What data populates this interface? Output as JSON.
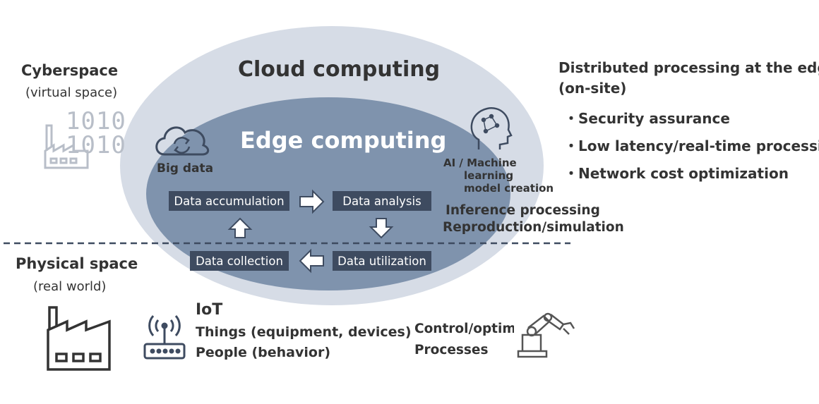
{
  "cyberspace": {
    "title": "Cyberspace",
    "subtitle": "(virtual space)",
    "binary_top": "1010",
    "binary_bottom": "1010"
  },
  "physical": {
    "title": "Physical space",
    "subtitle": "(real world)"
  },
  "cloud": {
    "title": "Cloud computing"
  },
  "edge": {
    "title": "Edge computing"
  },
  "big_data": {
    "label": "Big data"
  },
  "ai": {
    "line1": "AI / Machine",
    "line2": "learning",
    "line3": "model creation"
  },
  "inference": {
    "line1": "Inference processing",
    "line2": "Reproduction/simulation"
  },
  "cycle": {
    "accumulation": "Data accumulation",
    "analysis": "Data analysis",
    "utilization": "Data utilization",
    "collection": "Data collection"
  },
  "distributed": {
    "title_line1": "Distributed processing at the edge",
    "title_line2": "(on-site)",
    "bullets": [
      "・Security assurance",
      "・Low latency/real-time processing",
      "・Network cost optimization"
    ]
  },
  "iot": {
    "title": "IoT",
    "line1": "Things (equipment, devices)",
    "line2": "People (behavior)"
  },
  "control": {
    "line1": "Control/optimi",
    "line2": "Processes"
  },
  "colors": {
    "cloud": "#d6dce6",
    "edge": "#7f93ad",
    "box": "#3e4b60",
    "divider": "#3e4b60"
  }
}
